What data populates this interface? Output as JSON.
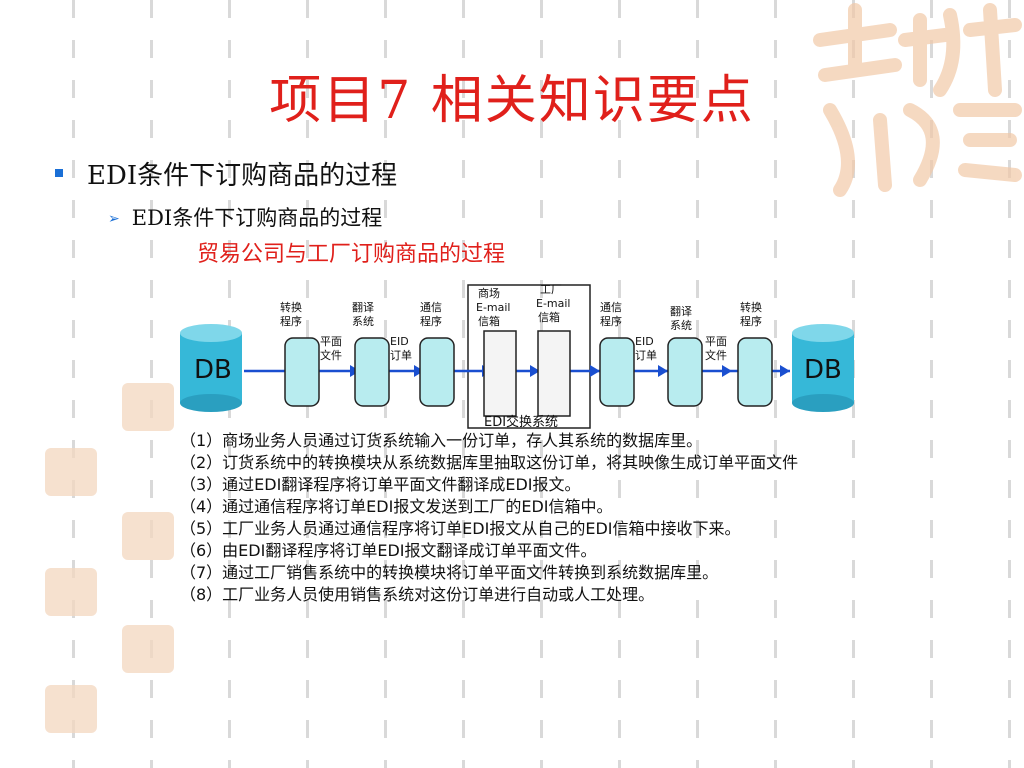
{
  "slide": {
    "title": "项目7 相关知识要点",
    "bullet_level1": "EDI条件下订购商品的过程",
    "bullet_level2": "EDI条件下订购商品的过程",
    "subtitle": "贸易公司与工厂订购商品的过程"
  },
  "diagram": {
    "db_left": "DB",
    "db_right": "DB",
    "labels_top": [
      "转换\n程序",
      "翻译\n系统",
      "通信\n程序",
      "商场\nE-mail\n信箱",
      "工厂\nE-mail\n信箱",
      "通信\n程序",
      "翻译\n系统",
      "转换\n程序"
    ],
    "flow_labels": [
      "平面\n文件",
      "EID\n订单",
      "EID\n订单",
      "平面\n文件"
    ],
    "exchange_label": "EDI交换系统"
  },
  "steps": [
    "（1）商场业务人员通过订货系统输入一份订单，存人其系统的数据库里。",
    "（2）订货系统中的转换模块从系统数据库里抽取这份订单，将其映像生成订单平面文件",
    "（3）通过EDI翻译程序将订单平面文件翻译成EDI报文。",
    "（4）通过通信程序将订单EDI报文发送到工厂的EDI信箱中。",
    "（5）工厂业务人员通过通信程序将订单EDI报文从自己的EDI信箱中接收下来。",
    "（6）由EDI翻译程序将订单EDI报文翻译成订单平面文件。",
    "（7）通过工厂销售系统中的转换模块将订单平面文件转换到系统数据库里。",
    "（8）工厂业务人员使用销售系统对这份订单进行自动或人工处理。"
  ],
  "colors": {
    "title": "#e0201b",
    "bullet": "#1a6fd6",
    "seal": "#f3d7bf",
    "db": "#36b8d8"
  }
}
